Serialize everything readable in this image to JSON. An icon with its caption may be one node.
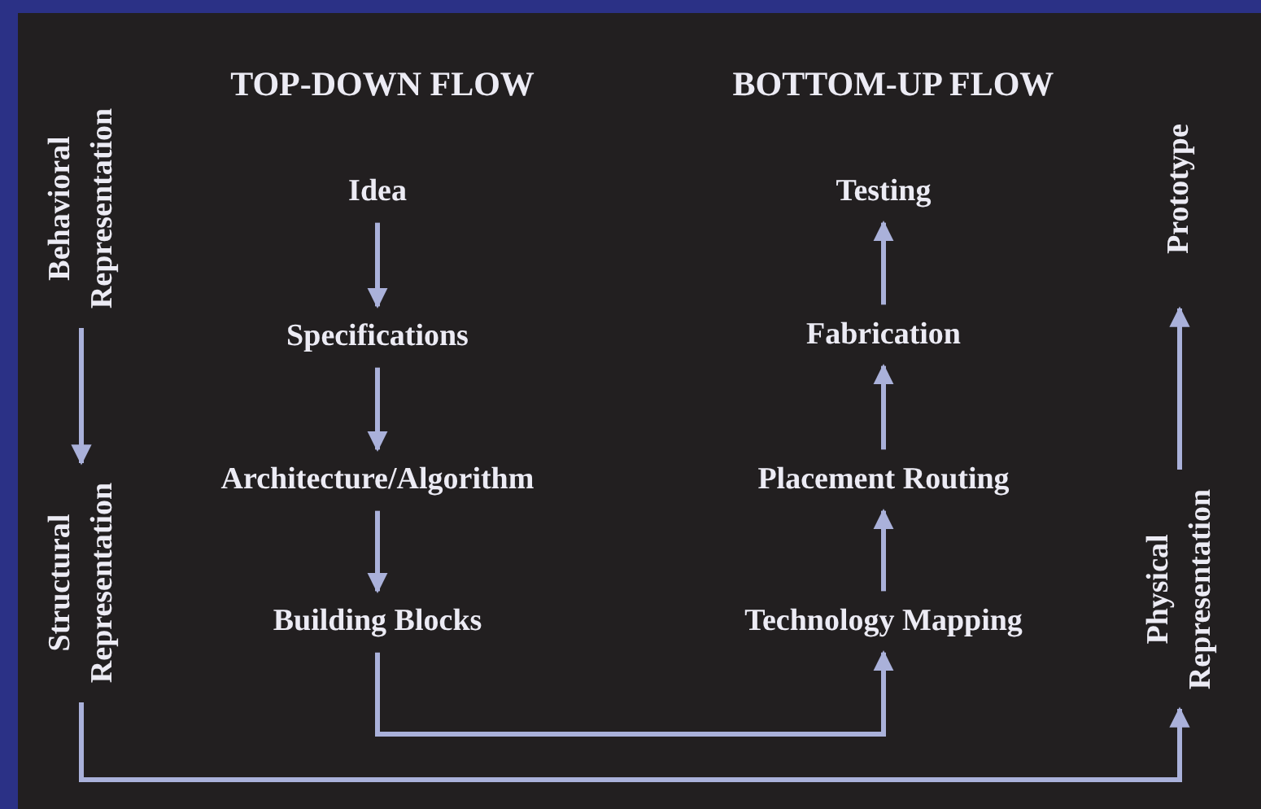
{
  "diagram": {
    "nodes": [
      {
        "text": [
          "Behavioral Representation"
        ]
      },
      {
        "text": [
          "Structural Representation"
        ]
      },
      {
        "text": [
          "Idea"
        ]
      },
      {
        "text": [
          "Specifications"
        ]
      },
      {
        "text": [
          "Architecture/Algorithm"
        ]
      },
      {
        "text": [
          "Building Blocks"
        ]
      },
      {
        "text": [
          "Testing"
        ]
      },
      {
        "text": [
          "Fabrication"
        ]
      },
      {
        "text": [
          "Placement Routing"
        ]
      },
      {
        "text": [
          "Technology Mapping"
        ]
      },
      {
        "text": [
          "Prototype"
        ]
      },
      {
        "text": [
          "Physical Representation"
        ]
      }
    ],
    "edges": [
      {
        "from": 0,
        "to": 1,
        "arrow": "to"
      },
      {
        "from": 2,
        "to": 3,
        "arrow": "to"
      },
      {
        "from": 3,
        "to": 4,
        "arrow": "to"
      },
      {
        "from": 4,
        "to": 5,
        "arrow": "to"
      },
      {
        "from": 9,
        "to": 8,
        "arrow": "to"
      },
      {
        "from": 8,
        "to": 7,
        "arrow": "to"
      },
      {
        "from": 7,
        "to": 6,
        "arrow": "to"
      },
      {
        "from": 11,
        "to": 10,
        "arrow": "to"
      },
      {
        "from": 5,
        "to": 9,
        "arrow": "to"
      },
      {
        "from": 1,
        "to": 11,
        "arrow": "to"
      }
    ],
    "labels": [
      "TOP-DOWN FLOW",
      "BOTTOM-UP FLOW"
    ]
  }
}
